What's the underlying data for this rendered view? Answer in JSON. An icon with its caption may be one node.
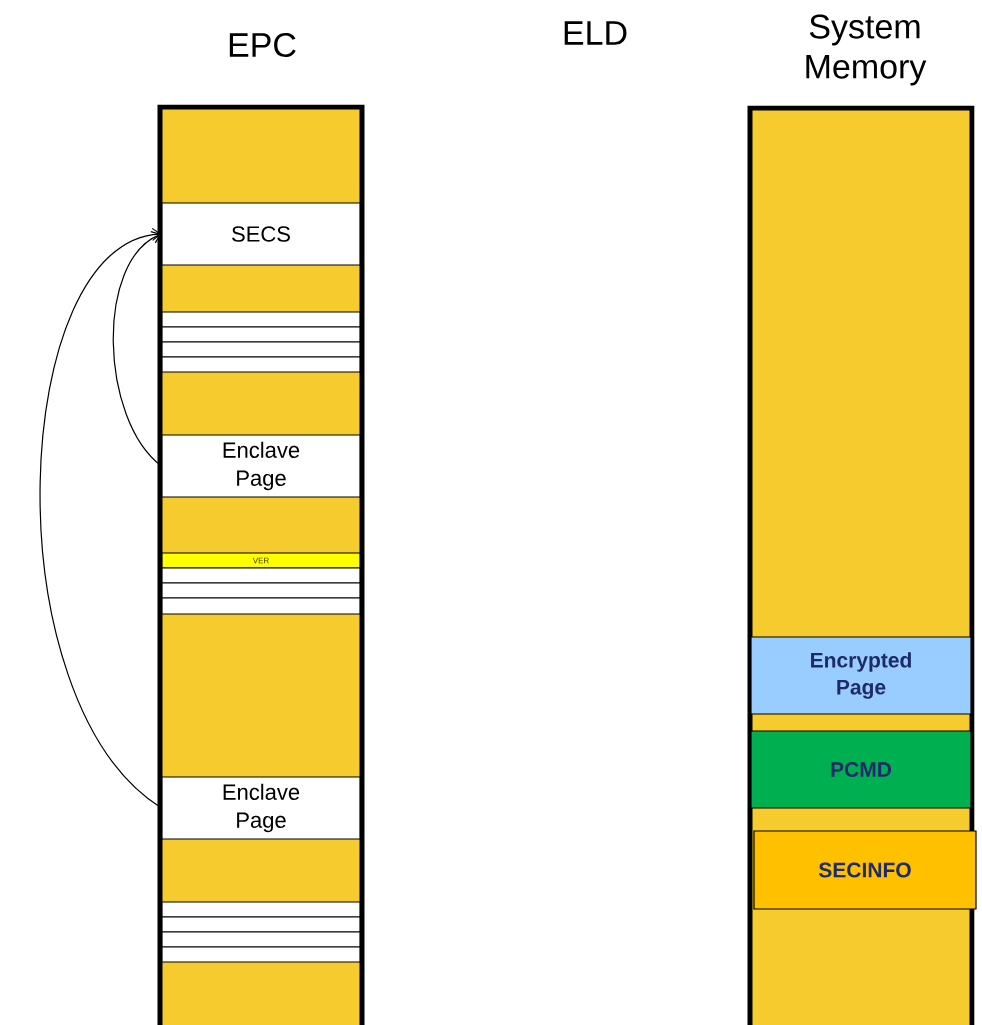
{
  "diagram": {
    "nodes": [
      {
        "text": [
          "EPC"
        ]
      },
      {
        "text": [
          "SECS"
        ],
        "in": 0
      },
      {
        "text": [],
        "shape": "bar",
        "in": 0
      },
      {
        "text": [],
        "shape": "bar",
        "in": 0
      },
      {
        "text": [],
        "shape": "bar",
        "in": 0
      },
      {
        "text": [],
        "shape": "bar",
        "in": 0
      },
      {
        "text": [
          "Enclave Page"
        ],
        "in": 0
      },
      {
        "text": [
          "VER"
        ],
        "in": 0
      },
      {
        "text": [],
        "shape": "bar",
        "in": 0
      },
      {
        "text": [],
        "shape": "bar",
        "in": 0
      },
      {
        "text": [],
        "shape": "bar",
        "in": 0
      },
      {
        "text": [
          "Enclave Page"
        ],
        "in": 0
      },
      {
        "text": [],
        "shape": "bar",
        "in": 0
      },
      {
        "text": [],
        "shape": "bar",
        "in": 0
      },
      {
        "text": [],
        "shape": "bar",
        "in": 0
      },
      {
        "text": [],
        "shape": "bar",
        "in": 0
      },
      {
        "text": [
          "System Memory"
        ]
      },
      {
        "text": [
          "Encrypted Page"
        ],
        "in": 16
      },
      {
        "text": [
          "PCMD"
        ],
        "in": 16
      },
      {
        "text": [
          "SECINFO"
        ],
        "in": 16
      }
    ],
    "edges": [
      {
        "from": 6,
        "to": 1,
        "arrow": "to"
      },
      {
        "from": 11,
        "to": 1,
        "arrow": "to"
      }
    ],
    "labels": [
      "ELD"
    ]
  }
}
